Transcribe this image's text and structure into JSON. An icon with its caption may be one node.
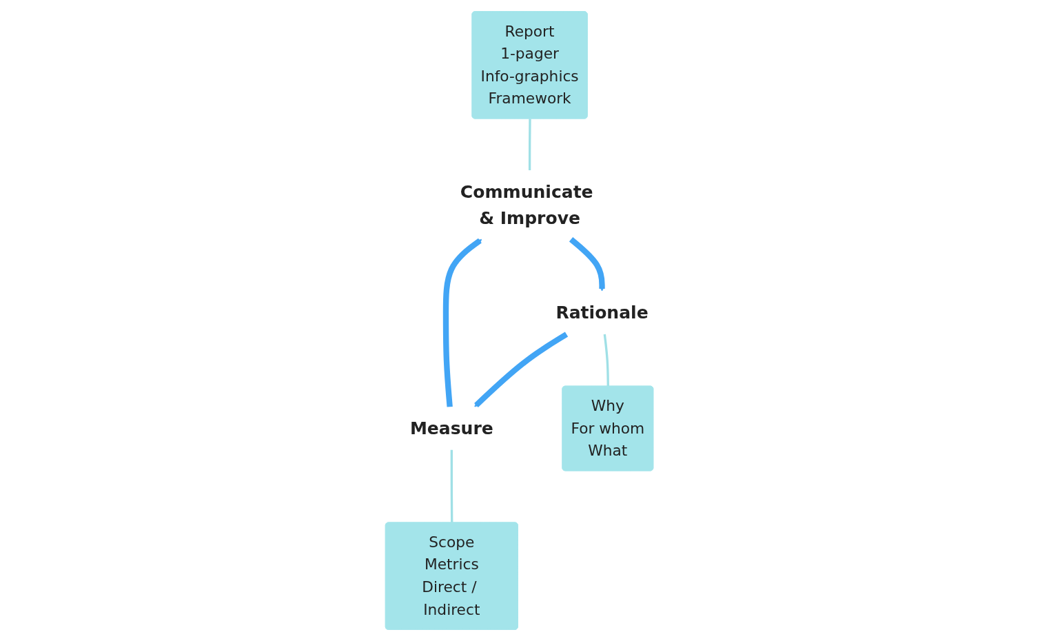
{
  "diagram": {
    "nodes": [
      {
        "text": [
          "Communicate & Improve"
        ]
      },
      {
        "text": [
          "Rationale"
        ]
      },
      {
        "text": [
          "Measure"
        ]
      },
      {
        "text": [
          "Report",
          "1-pager",
          "Info-graphics",
          "Framework"
        ]
      },
      {
        "text": [
          "Why",
          "For whom",
          "What"
        ]
      },
      {
        "text": [
          "Scope",
          "Metrics",
          "Direct / Indirect"
        ]
      }
    ],
    "edges": [
      {
        "from": 0,
        "to": 1,
        "arrow": "to",
        "style": "thick",
        "color": "#42a5f5"
      },
      {
        "from": 1,
        "to": 2,
        "arrow": "to",
        "style": "thick",
        "color": "#42a5f5"
      },
      {
        "from": 2,
        "to": 0,
        "arrow": "to",
        "style": "thick",
        "color": "#42a5f5"
      },
      {
        "from": 3,
        "to": 0,
        "arrow": "none",
        "color": "#a0e0e6"
      },
      {
        "from": 1,
        "to": 4,
        "arrow": "none",
        "color": "#a0e0e6"
      },
      {
        "from": 2,
        "to": 5,
        "arrow": "none",
        "color": "#a0e0e6"
      }
    ]
  }
}
